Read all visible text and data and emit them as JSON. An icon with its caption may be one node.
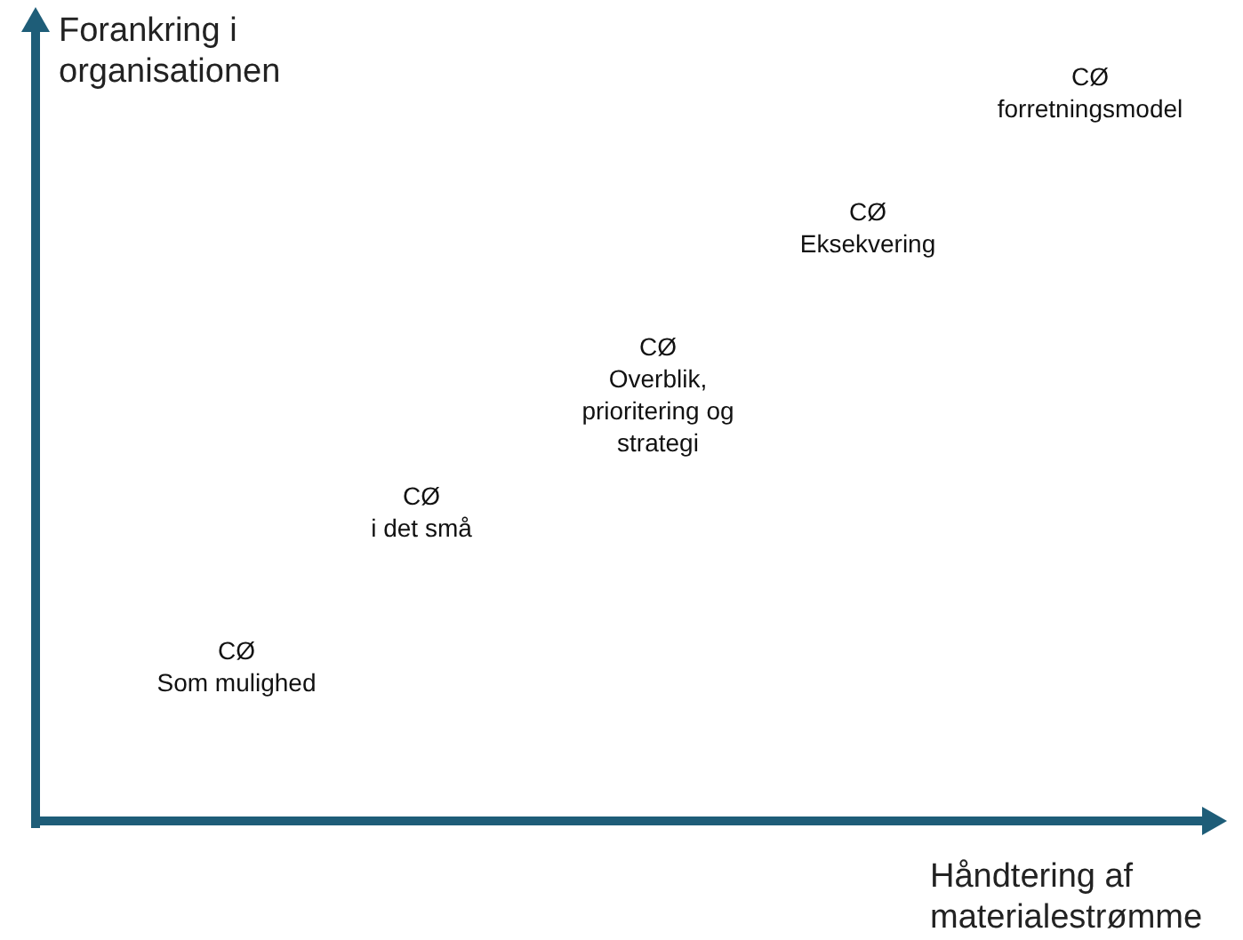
{
  "diagram": {
    "labels": [
      "Forankring i organisationen",
      "CØ",
      "forretningsmodel",
      "CØ",
      "Eksekvering",
      "CØ",
      "Overblik, prioritering og strategi",
      "CØ",
      "i det små",
      "CØ",
      "Som mulighed",
      "Håndtering af materialestrømme"
    ]
  }
}
